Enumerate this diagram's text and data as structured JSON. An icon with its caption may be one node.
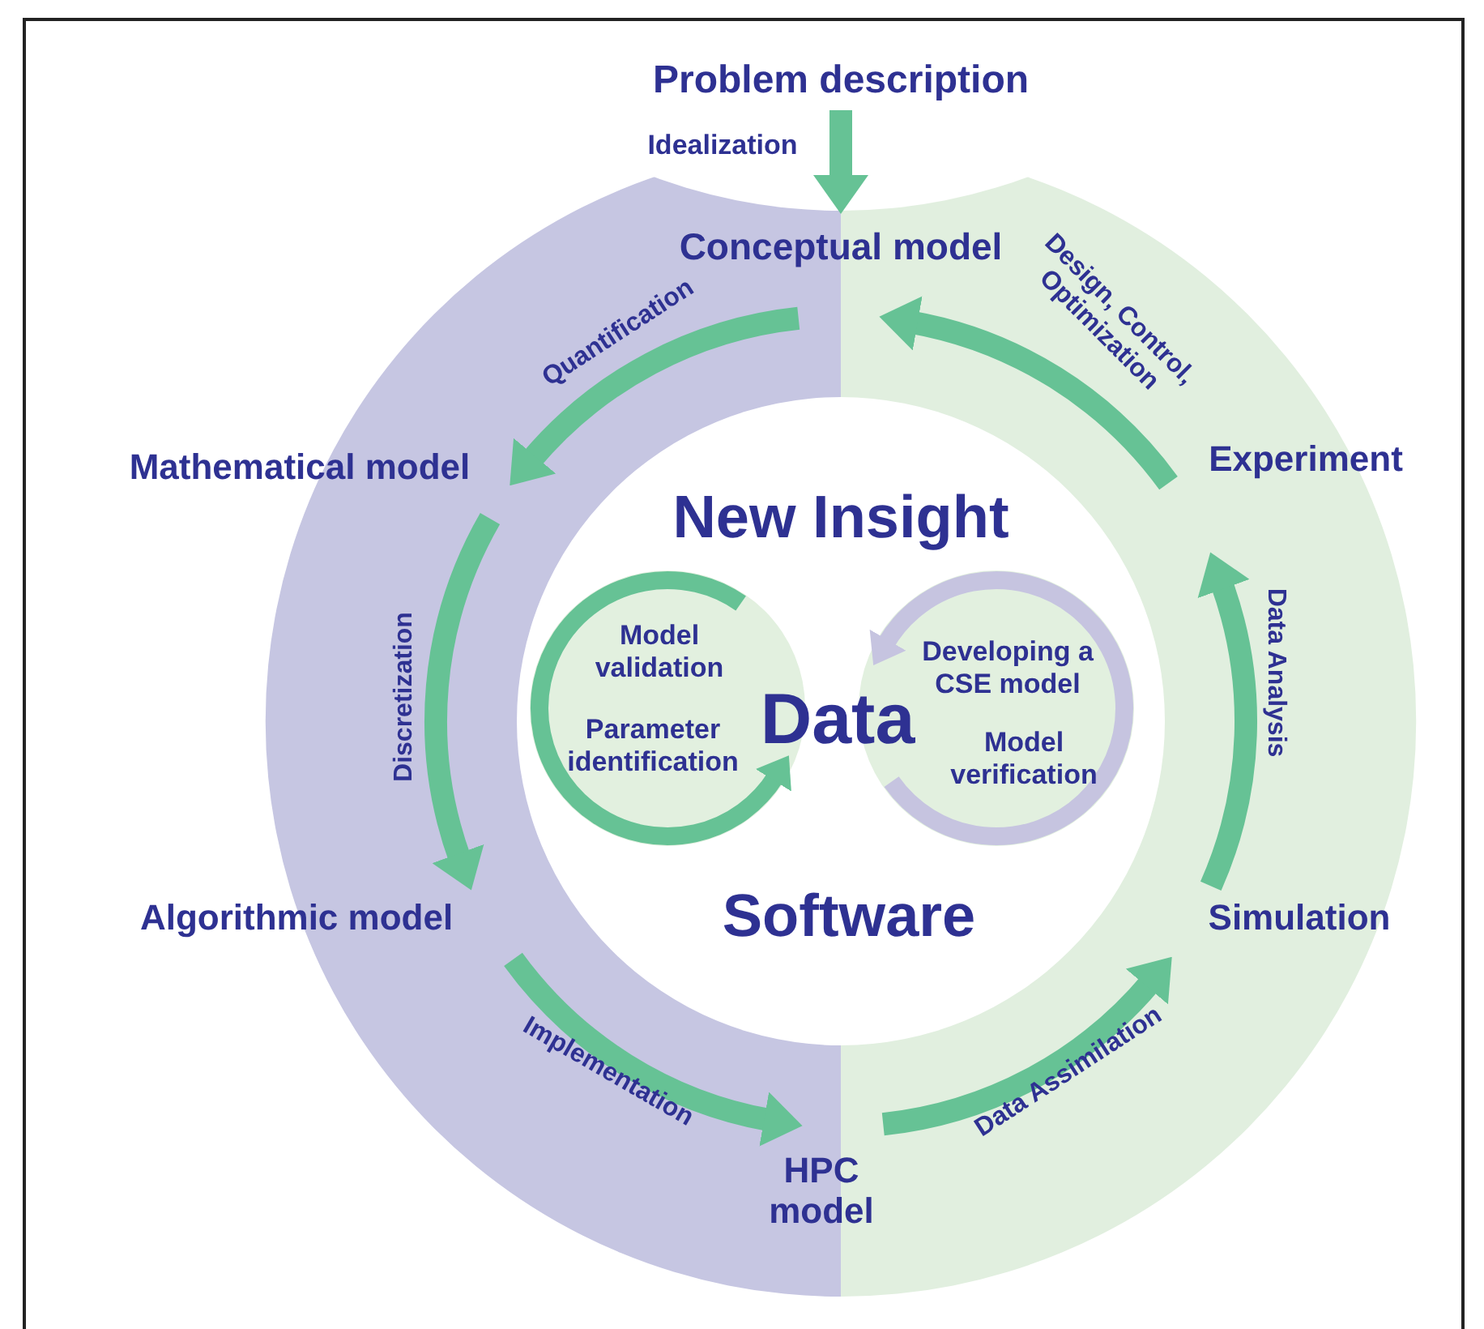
{
  "diagram": {
    "nodes": [
      {
        "text": [
          "Problem description"
        ]
      },
      {
        "text": [
          "Conceptual model"
        ]
      },
      {
        "text": [
          "Mathematical model"
        ]
      },
      {
        "text": [
          "Algorithmic model"
        ]
      },
      {
        "text": [
          "HPC model"
        ]
      },
      {
        "text": [
          "Simulation"
        ]
      },
      {
        "text": [
          "Experiment"
        ]
      },
      {
        "text": [
          "Model validation",
          "Parameter identification"
        ]
      },
      {
        "text": [
          "Developing a CSE model",
          "Model verification"
        ]
      }
    ],
    "edges": [
      {
        "from": 0,
        "to": 1,
        "arrow": "to",
        "label": "Idealization"
      },
      {
        "from": 1,
        "to": 2,
        "arrow": "to",
        "label": "Quantification"
      },
      {
        "from": 2,
        "to": 3,
        "arrow": "to",
        "label": "Discretization"
      },
      {
        "from": 3,
        "to": 4,
        "arrow": "to",
        "label": "Implementation"
      },
      {
        "from": 4,
        "to": 5,
        "arrow": "to",
        "label": "Data Assimilation"
      },
      {
        "from": 5,
        "to": 6,
        "arrow": "to",
        "label": "Data Analysis"
      },
      {
        "from": 6,
        "to": 1,
        "arrow": "to",
        "label": "Design, Control, Optimization"
      }
    ],
    "labels": [
      "New Insight",
      "Data",
      "Software"
    ]
  }
}
